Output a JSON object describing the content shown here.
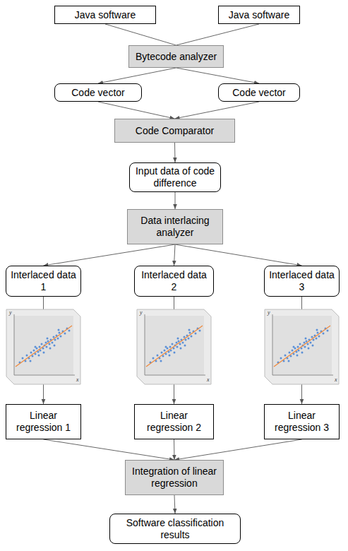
{
  "diagram": {
    "nodes": [
      {
        "text": [
          "Java software"
        ]
      },
      {
        "text": [
          "Java software"
        ]
      },
      {
        "text": [
          "Bytecode analyzer"
        ]
      },
      {
        "text": [
          "Code vector"
        ]
      },
      {
        "text": [
          "Code vector"
        ]
      },
      {
        "text": [
          "Code Comparator"
        ]
      },
      {
        "text": [
          "Input data of code difference"
        ]
      },
      {
        "text": [
          "Data interlacing analyzer"
        ]
      },
      {
        "text": [
          "Interlaced data 1"
        ]
      },
      {
        "text": [
          "Interlaced data 2"
        ]
      },
      {
        "text": [
          "Interlaced data 3"
        ]
      },
      {
        "text": [
          "Linear regression 1"
        ]
      },
      {
        "text": [
          "Linear regression 2"
        ]
      },
      {
        "text": [
          "Linear regression 3"
        ]
      },
      {
        "text": [
          "Integration of linear regression"
        ]
      },
      {
        "text": [
          "Software classification results"
        ]
      }
    ],
    "edges": [
      {
        "from": 0,
        "to": 2,
        "arrow": "none"
      },
      {
        "from": 1,
        "to": 2,
        "arrow": "none"
      },
      {
        "from": 2,
        "to": 3,
        "arrow": "to"
      },
      {
        "from": 2,
        "to": 4,
        "arrow": "to"
      },
      {
        "from": 3,
        "to": 5,
        "arrow": "to"
      },
      {
        "from": 4,
        "to": 5,
        "arrow": "to"
      },
      {
        "from": 5,
        "to": 6,
        "arrow": "to"
      },
      {
        "from": 6,
        "to": 7,
        "arrow": "to"
      },
      {
        "from": 7,
        "to": 8,
        "arrow": "to"
      },
      {
        "from": 7,
        "to": 9,
        "arrow": "to"
      },
      {
        "from": 7,
        "to": 10,
        "arrow": "to"
      },
      {
        "from": 8,
        "to": 11,
        "arrow": "to"
      },
      {
        "from": 9,
        "to": 12,
        "arrow": "to"
      },
      {
        "from": 10,
        "to": 13,
        "arrow": "to"
      },
      {
        "from": 11,
        "to": 14,
        "arrow": "to"
      },
      {
        "from": 12,
        "to": 14,
        "arrow": "to"
      },
      {
        "from": 13,
        "to": 14,
        "arrow": "to"
      },
      {
        "from": 14,
        "to": 15,
        "arrow": "to"
      }
    ],
    "labels": [
      "y",
      "x",
      "y",
      "x",
      "y",
      "x"
    ]
  }
}
